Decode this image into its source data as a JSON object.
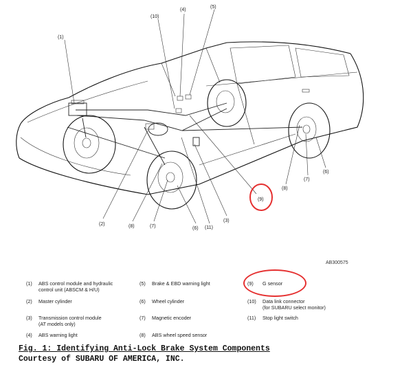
{
  "diagram": {
    "code": "AB300575",
    "callouts": [
      "(1)",
      "(2)",
      "(3)",
      "(4)",
      "(5)",
      "(6)",
      "(7)",
      "(8)",
      "(9)",
      "(10)",
      "(11)"
    ],
    "highlight_color": "#e53030"
  },
  "legend": [
    {
      "num": "(1)",
      "text": "ABS control module and hydraulic\ncontrol unit (ABSCM & H/U)"
    },
    {
      "num": "(2)",
      "text": "Master cylinder"
    },
    {
      "num": "(3)",
      "text": "Transmission control module\n(AT models only)"
    },
    {
      "num": "(4)",
      "text": "ABS warning light"
    },
    {
      "num": "(5)",
      "text": "Brake & EBD warning light"
    },
    {
      "num": "(6)",
      "text": "Wheel cylinder"
    },
    {
      "num": "(7)",
      "text": "Magnetic encoder"
    },
    {
      "num": "(8)",
      "text": "ABS wheel speed sensor"
    },
    {
      "num": "(9)",
      "text": "G sensor"
    },
    {
      "num": "(10)",
      "text": "Data link connector\n(for SUBARU select monitor)"
    },
    {
      "num": "(11)",
      "text": "Stop light switch"
    }
  ],
  "caption": {
    "title": "Fig. 1: Identifying Anti-Lock Brake System Components",
    "credit": "Courtesy of SUBARU OF AMERICA, INC."
  }
}
